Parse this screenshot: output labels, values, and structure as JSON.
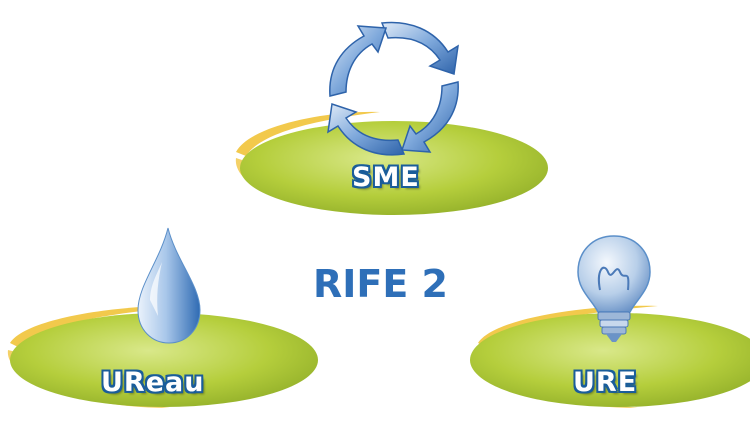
{
  "title": "RIFE 2",
  "nodes": [
    {
      "label": "SME",
      "icon": "cycle-arrows-icon"
    },
    {
      "label": "UReau",
      "icon": "water-drop-icon"
    },
    {
      "label": "URE",
      "icon": "light-bulb-icon"
    }
  ],
  "colors": {
    "ellipse_green": "#b5ce3c",
    "swoosh_yellow": "#f2c94c",
    "label_outline": "#1a5d9a",
    "title_blue": "#2e6fb8",
    "icon_blue": "#5b8fc9"
  }
}
